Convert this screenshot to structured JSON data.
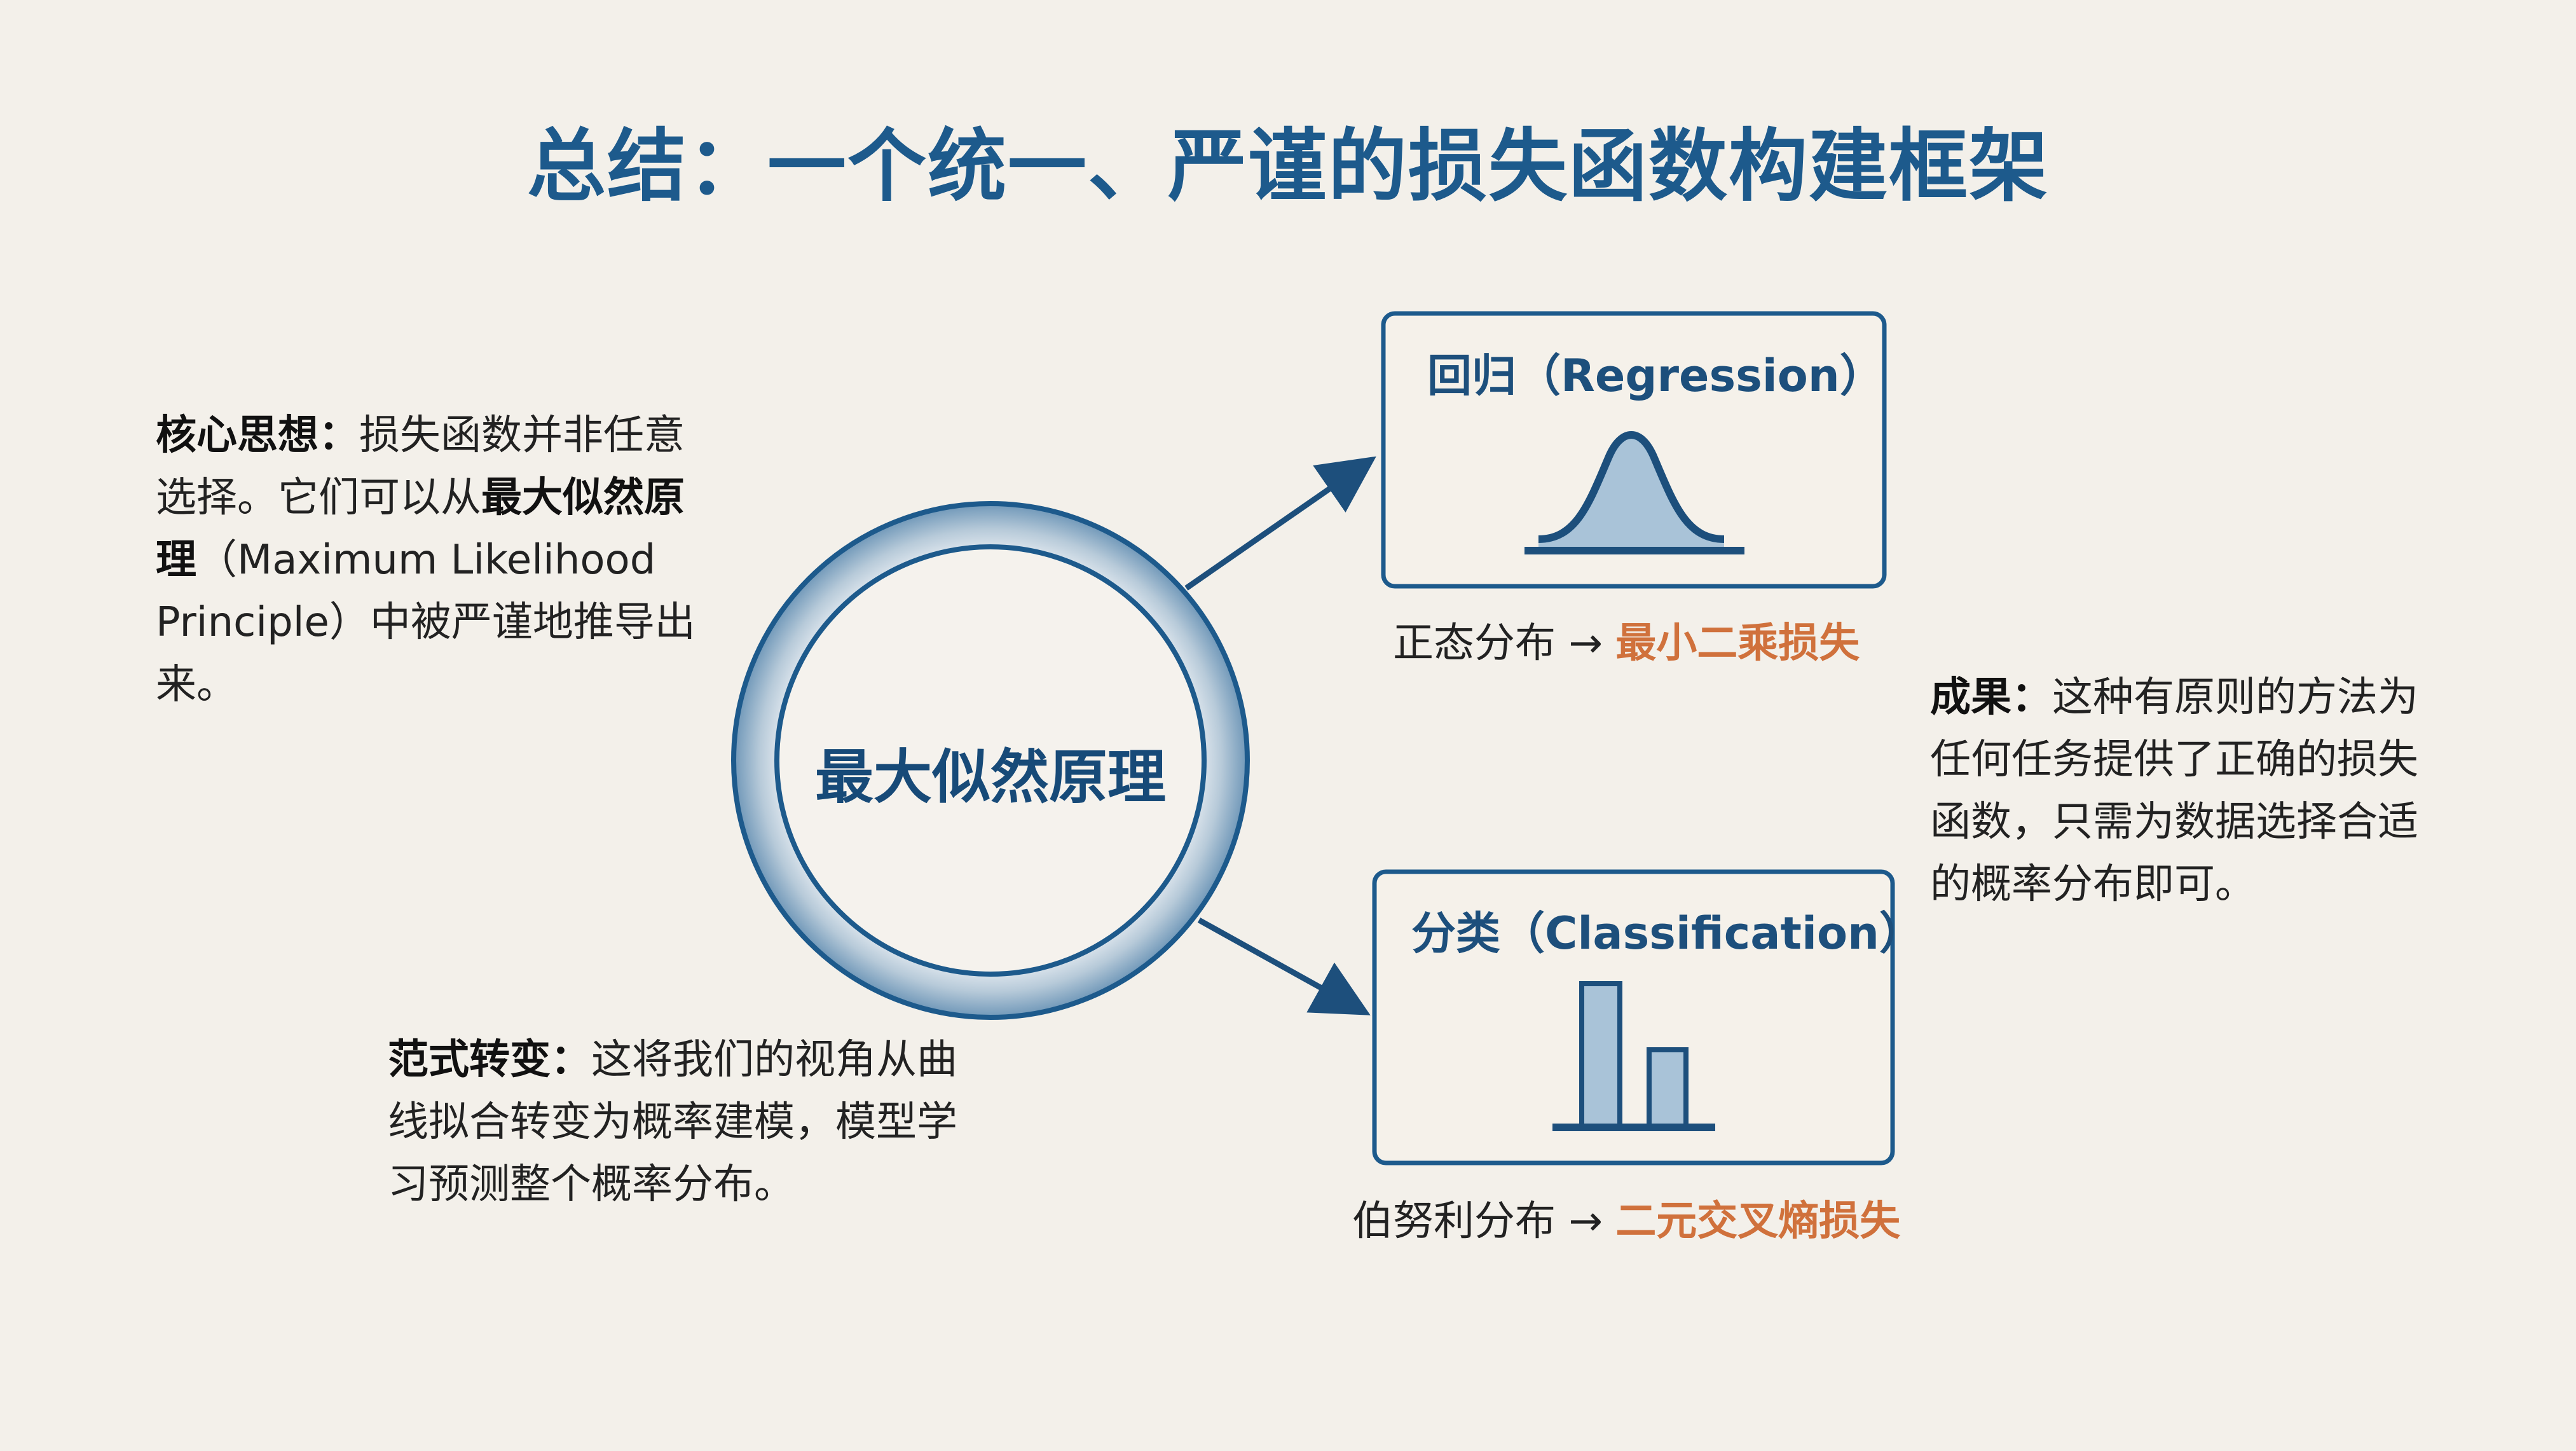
{
  "title": "总结：一个统一、严谨的损失函数构建框架",
  "core_idea": {
    "label": "核心思想：",
    "text1": "损失函数并非任意选择。它们可以从",
    "bold": "最大似然原理",
    "text2": "（Maximum Likelihood Principle）中被严谨地推导出来。"
  },
  "center": {
    "label": "最大似然原理"
  },
  "regression": {
    "title": "回归（Regression）",
    "icon": "bell-curve-icon",
    "caption_from": "正态分布 →",
    "caption_to": "最小二乘损失"
  },
  "classification": {
    "title": "分类（Classification）",
    "icon": "bar-chart-icon",
    "caption_from": "伯努利分布 →",
    "caption_to": "二元交叉熵损失"
  },
  "paradigm": {
    "label": "范式转变：",
    "text": "这将我们的视角从曲线拟合转变为概率建模，模型学习预测整个概率分布。"
  },
  "result": {
    "label": "成果：",
    "text": "这种有原则的方法为任何任务提供了正确的损失函数，只需为数据选择合适的概率分布即可。"
  },
  "colors": {
    "primary": "#1d5a8c",
    "accent": "#d0713c",
    "background": "#f3f0ea"
  }
}
